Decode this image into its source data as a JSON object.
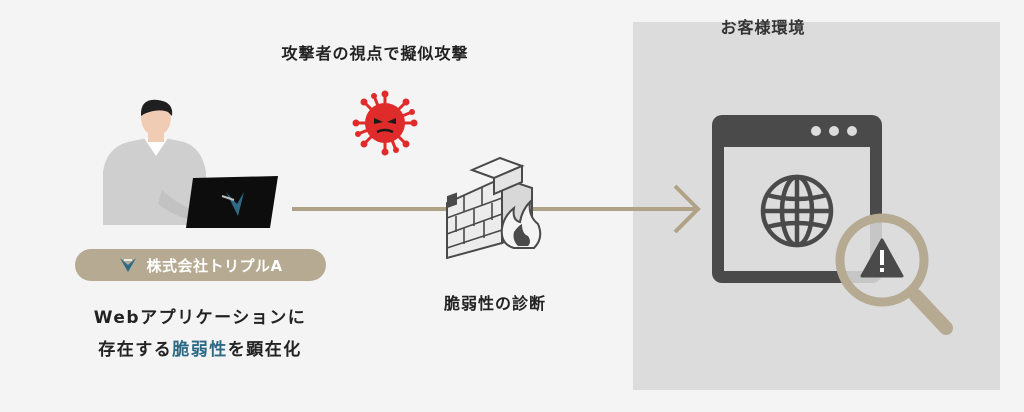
{
  "customer_env": {
    "label": "お客様環境"
  },
  "attack": {
    "label": "攻撃者の視点で擬似攻撃"
  },
  "diagnosis": {
    "label": "脆弱性の診断"
  },
  "company": {
    "name": "株式会社トリプルA"
  },
  "description": {
    "line1": "Webアプリケーションに",
    "line2_before": "存在する",
    "line2_highlight": "脆弱性",
    "line2_after": "を顕在化"
  },
  "colors": {
    "accent_gold": "#b6aa92",
    "arrow": "#b0a286",
    "highlight_blue": "#2f6a85",
    "virus_red": "#e02b2b",
    "browser_dark": "#4a4a4a",
    "panel_gray": "#dcdcdc"
  },
  "icons": [
    "person-with-laptop-icon",
    "virus-icon",
    "firewall-icon",
    "browser-globe-icon",
    "magnifier-warning-icon",
    "company-logo-icon"
  ]
}
